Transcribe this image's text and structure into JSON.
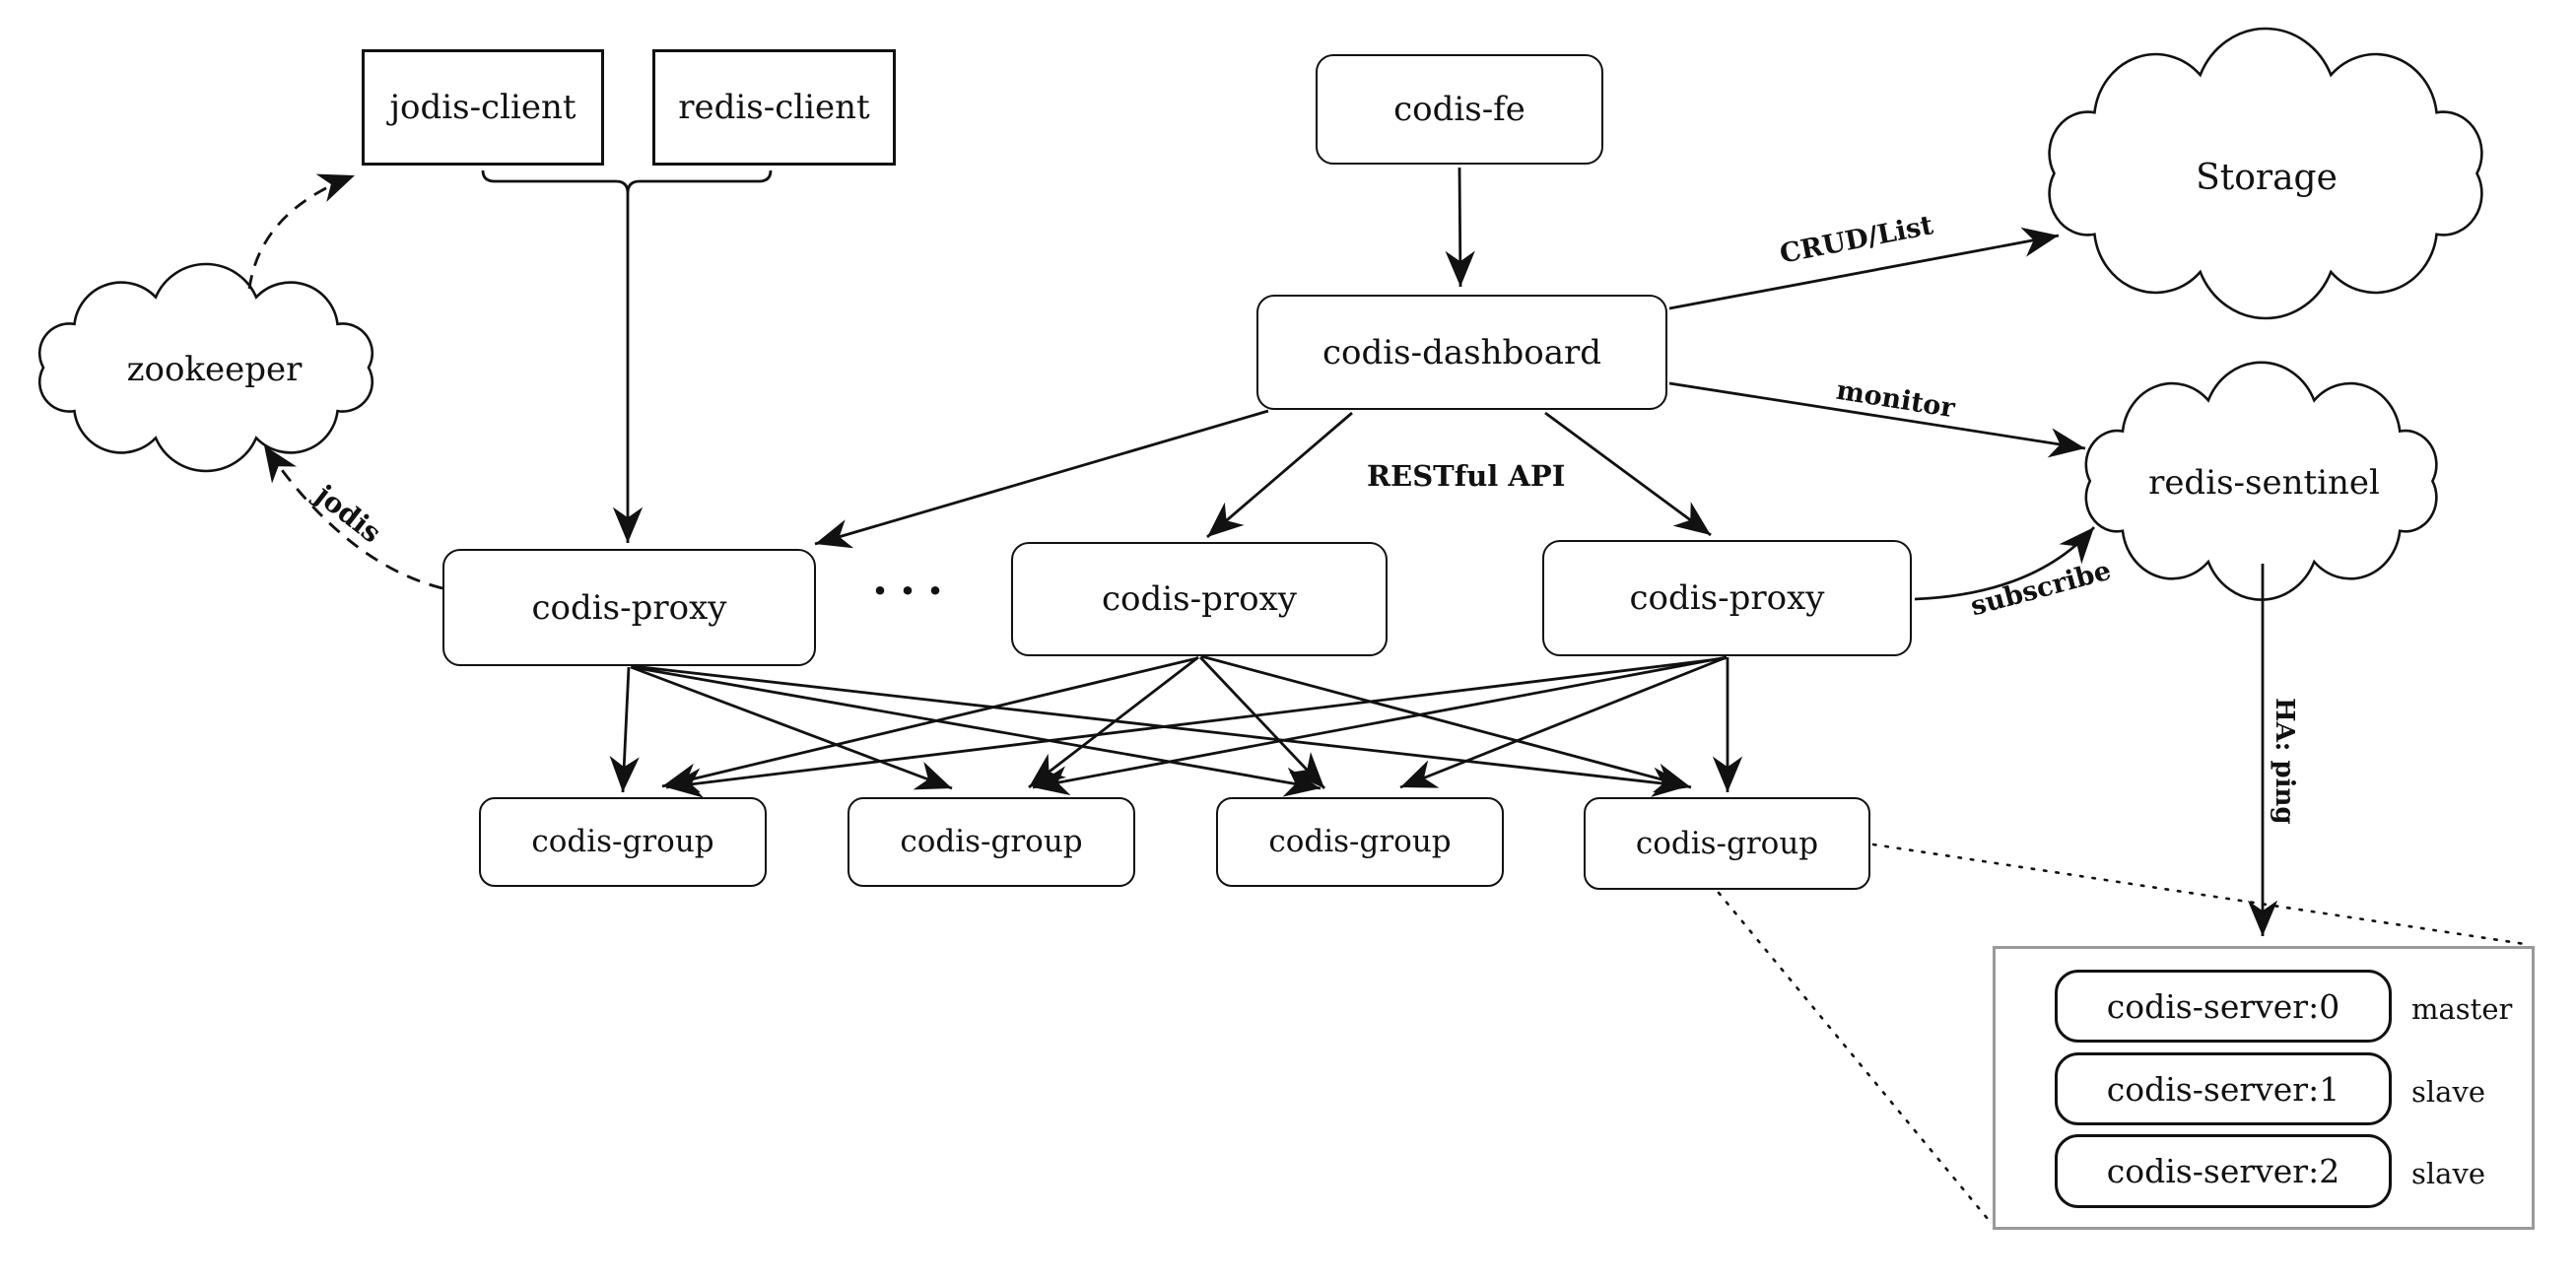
{
  "nodes": {
    "jodis_client": "jodis-client",
    "redis_client": "redis-client",
    "codis_fe": "codis-fe",
    "codis_dashboard": "codis-dashboard",
    "zookeeper": "zookeeper",
    "storage": "Storage",
    "redis_sentinel": "redis-sentinel",
    "proxies": [
      {
        "label": "codis-proxy"
      },
      {
        "label": "codis-proxy"
      },
      {
        "label": "codis-proxy"
      }
    ],
    "groups": [
      {
        "label": "codis-group"
      },
      {
        "label": "codis-group"
      },
      {
        "label": "codis-group"
      },
      {
        "label": "codis-group"
      }
    ],
    "servers": [
      {
        "label": "codis-server:0",
        "role": "master"
      },
      {
        "label": "codis-server:1",
        "role": "slave"
      },
      {
        "label": "codis-server:2",
        "role": "slave"
      }
    ]
  },
  "edge_labels": {
    "jodis": "jodis",
    "restful_api": "RESTful API",
    "crud_list": "CRUD/List",
    "monitor": "monitor",
    "subscribe": "subscribe",
    "ha_ping": "HA: ping",
    "ellipsis": "···"
  },
  "colors": {
    "stroke": "#111111",
    "container_border": "#999999",
    "background": "#ffffff"
  }
}
